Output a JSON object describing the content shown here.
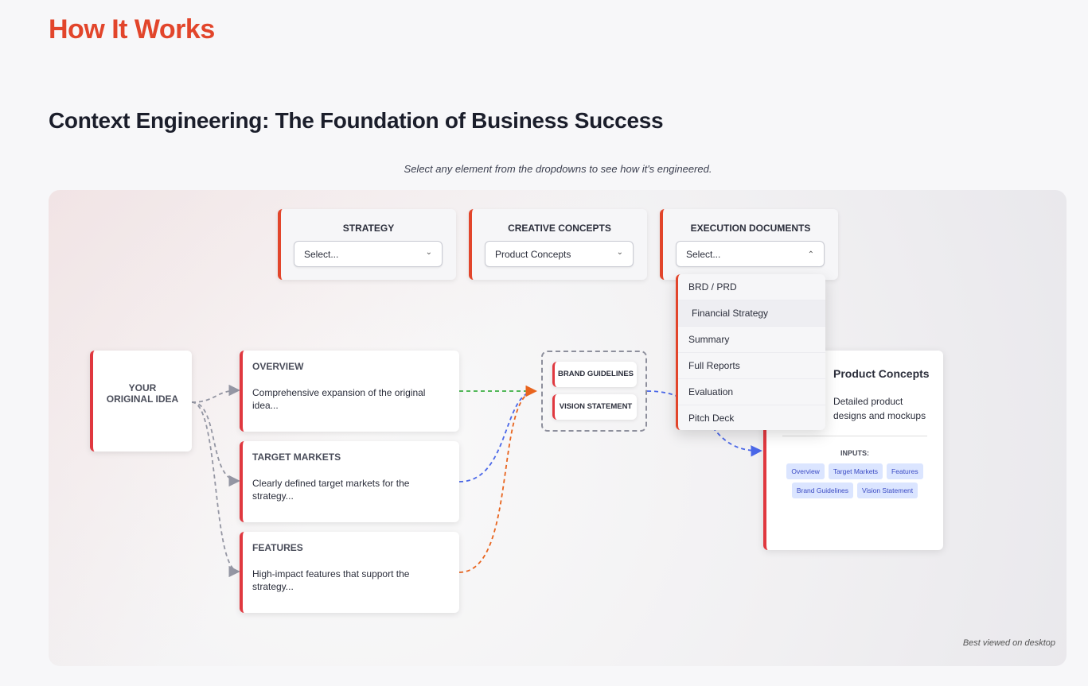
{
  "header": {
    "title": "How It Works",
    "subtitle": "Context Engineering: The Foundation of Business Success",
    "instruction": "Select any element from the dropdowns to see how it's engineered."
  },
  "categories": [
    {
      "label": "STRATEGY",
      "value": "Select...",
      "chevron": "chevron-down"
    },
    {
      "label": "CREATIVE CONCEPTS",
      "value": "Product Concepts",
      "chevron": "chevron-down"
    },
    {
      "label": "EXECUTION DOCUMENTS",
      "value": "Select...",
      "chevron": "chevron-up"
    }
  ],
  "dropdown_options": [
    "BRD / PRD",
    "Financial Strategy",
    "Summary",
    "Full Reports",
    "Evaluation",
    "Pitch Deck"
  ],
  "flow": {
    "idea": "YOUR ORIGINAL IDEA",
    "nodes": [
      {
        "title": "OVERVIEW",
        "desc": "Comprehensive expansion of the original idea..."
      },
      {
        "title": "TARGET MARKETS",
        "desc": "Clearly defined target markets for the strategy..."
      },
      {
        "title": "FEATURES",
        "desc": "High-impact features that support the strategy..."
      }
    ],
    "group": [
      "BRAND GUIDELINES",
      "VISION STATEMENT"
    ],
    "product": {
      "title": "Product Concepts",
      "desc": "Detailed product designs and mockups",
      "inputs_label": "INPUTS:",
      "inputs": [
        "Overview",
        "Target Markets",
        "Features",
        "Brand Guidelines",
        "Vision Statement"
      ]
    }
  },
  "footer": "Best viewed on desktop",
  "colors": {
    "accent": "#e2452b",
    "green": "#3cb043",
    "blue": "#4a67e8",
    "orange": "#e8641e",
    "gray": "#9496a3"
  }
}
